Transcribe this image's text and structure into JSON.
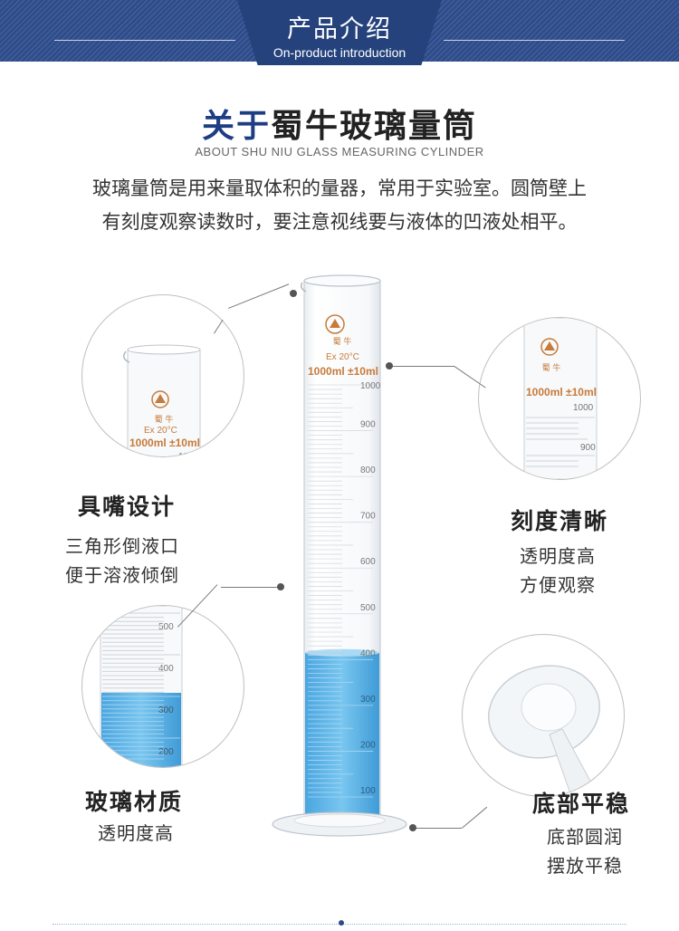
{
  "banner": {
    "title": "产品介绍",
    "subtitle": "On-product introduction"
  },
  "heading": {
    "blue_part": "关于",
    "dark_part": "蜀牛玻璃量筒",
    "subtitle": "ABOUT SHU NIU GLASS MEASURING CYLINDER"
  },
  "description": {
    "line1": "玻璃量筒是用来量取体积的量器，常用于实验室。圆筒壁上",
    "line2": "有刻度观察读数时，要注意视线要与液体的凹液处相平。"
  },
  "cylinder": {
    "brand_chars": "蜀 牛",
    "ex_label": "Ex 20°C",
    "capacity_label": "1000ml ±10ml",
    "scale": [
      "1000",
      "900",
      "800",
      "700",
      "600",
      "500",
      "400",
      "300",
      "200",
      "100"
    ],
    "liquid_fill_fraction": 0.35,
    "liquid_color": "#5fb3e6"
  },
  "features": {
    "spout": {
      "title": "具嘴设计",
      "line1": "三角形倒液口",
      "line2": "便于溶液倾倒"
    },
    "scale": {
      "title": "刻度清晰",
      "line1": "透明度高",
      "line2": "方便观察"
    },
    "glass": {
      "title": "玻璃材质",
      "line1": "透明度高"
    },
    "base": {
      "title": "底部平稳",
      "line1": "底部圆润",
      "line2": "摆放平稳"
    }
  },
  "zoom_scales": {
    "spout": [
      "1000"
    ],
    "scale": [
      "1000",
      "900"
    ],
    "glass": [
      "500",
      "400",
      "300",
      "200"
    ]
  },
  "colors": {
    "brand_blue": "#1d3d84",
    "banner": "#2d4a86",
    "liquid": "#5fb3e6",
    "graduation_orange": "#c77a3a"
  }
}
